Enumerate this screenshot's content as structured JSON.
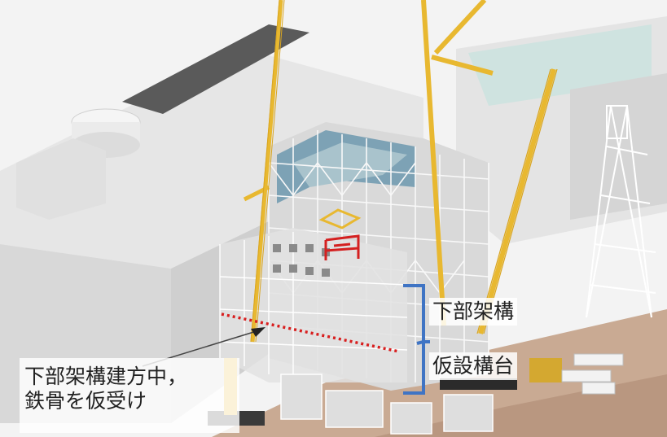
{
  "labels": {
    "upper_structure": "下部架構",
    "temporary_frame": "仮設構台",
    "callout_line1": "下部架構建方中，",
    "callout_line2": "鉄骨を仮受け"
  },
  "colors": {
    "bracket": "#3f74c4",
    "dotted_line": "#d81e1e",
    "crane": "#e8b830",
    "red_frame": "#d42020",
    "ground": "#c9aa93"
  }
}
